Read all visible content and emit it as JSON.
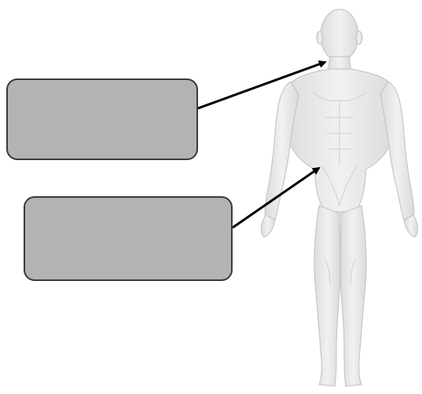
{
  "diagram": {
    "labels": [
      {
        "id": "upper",
        "text": "",
        "points_to": "neck"
      },
      {
        "id": "lower",
        "text": "",
        "points_to": "waist"
      }
    ],
    "colors": {
      "box_fill": "#b3b3b3",
      "box_border": "#3a3a3a",
      "arrow": "#000000",
      "figure_fill": "#ececec",
      "figure_shade": "#d9d9d9",
      "figure_outline": "#c8c8c8"
    }
  }
}
